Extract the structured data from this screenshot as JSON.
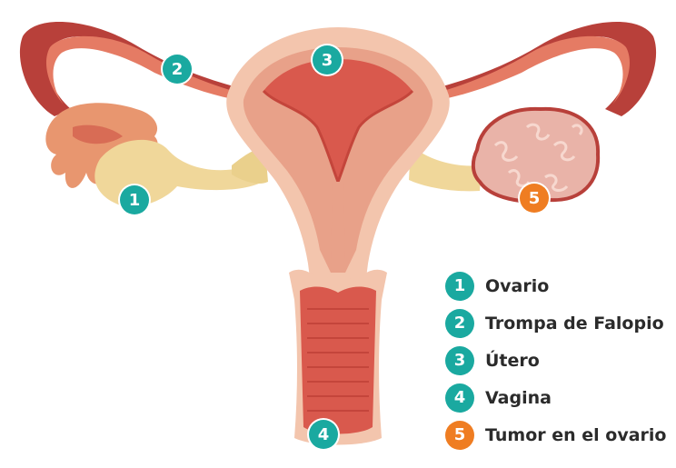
{
  "colors": {
    "teal": "#1aa9a0",
    "orange": "#ef7d22",
    "tissue_dark": "#b8403a",
    "tissue_mid": "#e8a189",
    "tissue_light": "#f3c5ad",
    "inner_red": "#d9594d",
    "ovary": "#f0d79a",
    "tumor": "#e9b3a8"
  },
  "markers": [
    {
      "number": "1",
      "color": "teal"
    },
    {
      "number": "2",
      "color": "teal"
    },
    {
      "number": "3",
      "color": "teal"
    },
    {
      "number": "4",
      "color": "teal"
    },
    {
      "number": "5",
      "color": "orange"
    }
  ],
  "legend": [
    {
      "number": "1",
      "label": "Ovario",
      "color": "teal"
    },
    {
      "number": "2",
      "label": "Trompa de Falopio",
      "color": "teal"
    },
    {
      "number": "3",
      "label": "Útero",
      "color": "teal"
    },
    {
      "number": "4",
      "label": "Vagina",
      "color": "teal"
    },
    {
      "number": "5",
      "label": "Tumor en el ovario",
      "color": "orange"
    }
  ]
}
